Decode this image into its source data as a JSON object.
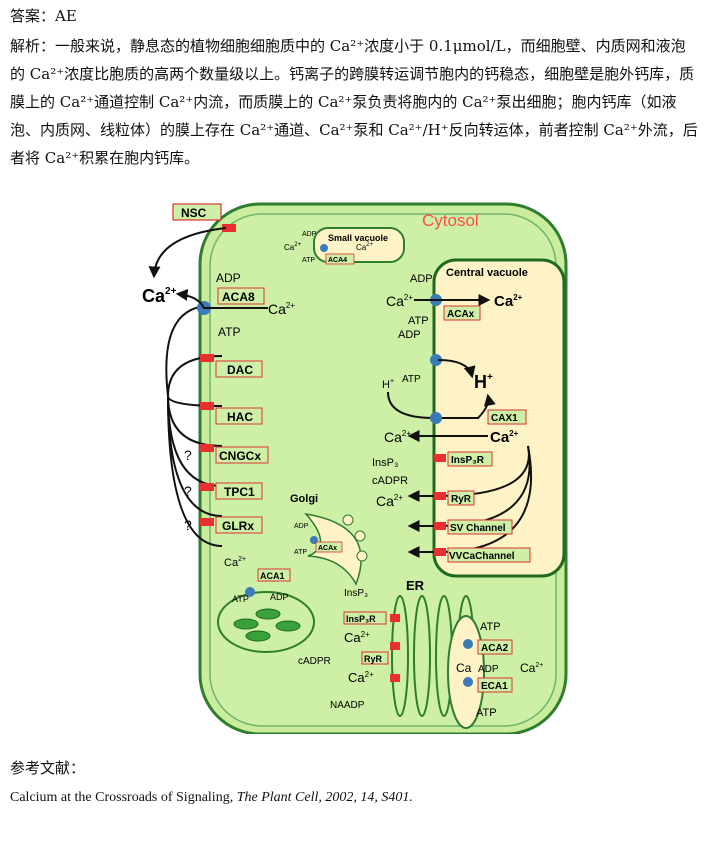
{
  "answer": {
    "label": "答案：",
    "value": "AE"
  },
  "analysis": {
    "label": "解析：",
    "text": "一般来说，静息态的植物细胞细胞质中的 Ca²⁺浓度小于 0.1μmol/L，而细胞壁、内质网和液泡的 Ca²⁺浓度比胞质的高两个数量级以上。钙离子的跨膜转运调节胞内的钙稳态，细胞壁是胞外钙库，质膜上的 Ca²⁺通道控制 Ca²⁺内流，而质膜上的 Ca²⁺泵负责将胞内的 Ca²⁺泵出细胞；胞内钙库（如液泡、内质网、线粒体）的膜上存在 Ca²⁺通道、Ca²⁺泵和 Ca²⁺/H⁺反向转运体，前者控制 Ca²⁺外流，后者将 Ca²⁺积累在胞内钙库。"
  },
  "figure": {
    "cytosol": "Cytosol",
    "nsc": "NSC",
    "ca": "Ca",
    "sup": "2+",
    "adp": "ADP",
    "atp": "ATP",
    "hplus": "H",
    "plus": "+",
    "q": "?",
    "pm": {
      "aca8": "ACA8",
      "dac": "DAC",
      "hac": "HAC",
      "cngcx": "CNGCx",
      "tpc1": "TPC1",
      "glrx": "GLRx"
    },
    "small_vacuole": "Small vacuole",
    "aca4": "ACA4",
    "central_vacuole": "Central vacuole",
    "acax": "ACAx",
    "cax1": "CAX1",
    "insp3r": "InsP₃R",
    "ryr": "RyR",
    "sv_channel": "SV Channel",
    "vvca_channel": "VVCaChannel",
    "insp3": "InsP₃",
    "insp": "InsP₃",
    "cadpr": "cADPR",
    "naadp": "NAADP",
    "golgi": "Golgi",
    "er": "ER",
    "aca1": "ACA1",
    "aca2": "ACA2",
    "eca1": "ECA1"
  },
  "reference": {
    "label": "参考文献：",
    "title": "Calcium at the Crossroads of Signaling, ",
    "journal": "The Plant Cell, 2002, 14, S401."
  }
}
